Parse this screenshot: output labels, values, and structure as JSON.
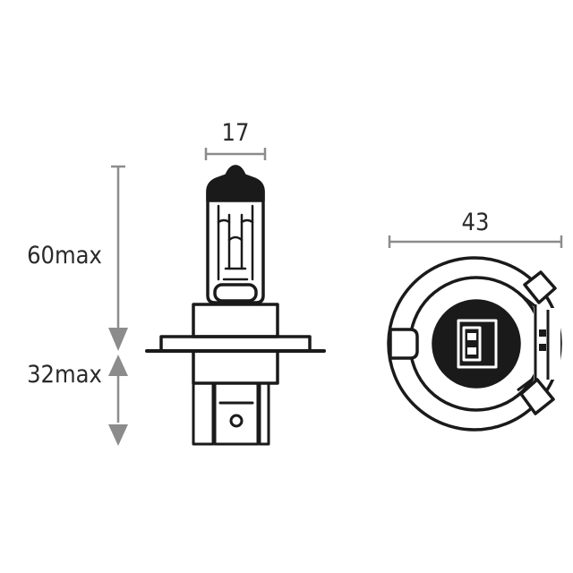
{
  "dimensions": {
    "bulb_width": "17",
    "upper_height": "60max",
    "lower_height": "32max",
    "base_diameter": "43"
  },
  "colors": {
    "outline": "#1a1a1a",
    "dimension_line": "#8c8c8c",
    "text": "#2a2a2a"
  }
}
